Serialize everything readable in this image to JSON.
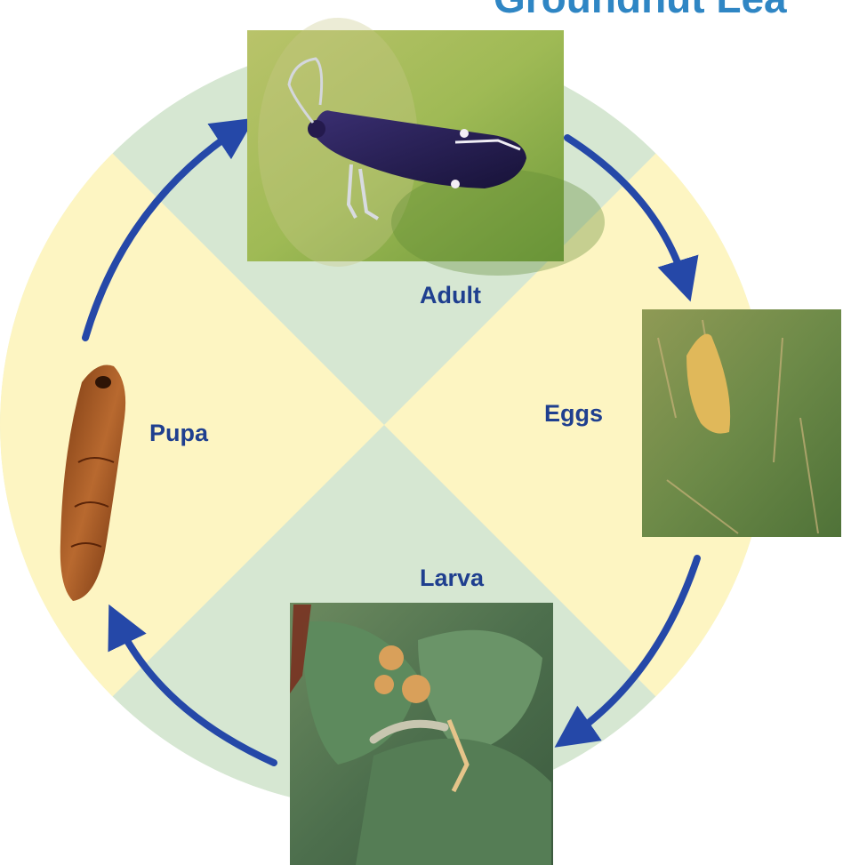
{
  "title": "Groundnut Lea",
  "colors": {
    "ring_green": "#d6e7d2",
    "ring_yellow": "#fdf5c2",
    "arrow": "#2548a8",
    "label": "#1f3f8f",
    "title": "#2f86c4"
  },
  "stages": [
    {
      "label": "Adult",
      "photo": "purple-black moth on green leaf"
    },
    {
      "label": "Eggs",
      "photo": "pale egg on hairy green leaf"
    },
    {
      "label": "Larva",
      "photo": "larva mining groundnut leaflets"
    },
    {
      "label": "Pupa",
      "photo": "brown pupa"
    }
  ],
  "cycle": [
    "Adult",
    "Eggs",
    "Larva",
    "Pupa"
  ]
}
